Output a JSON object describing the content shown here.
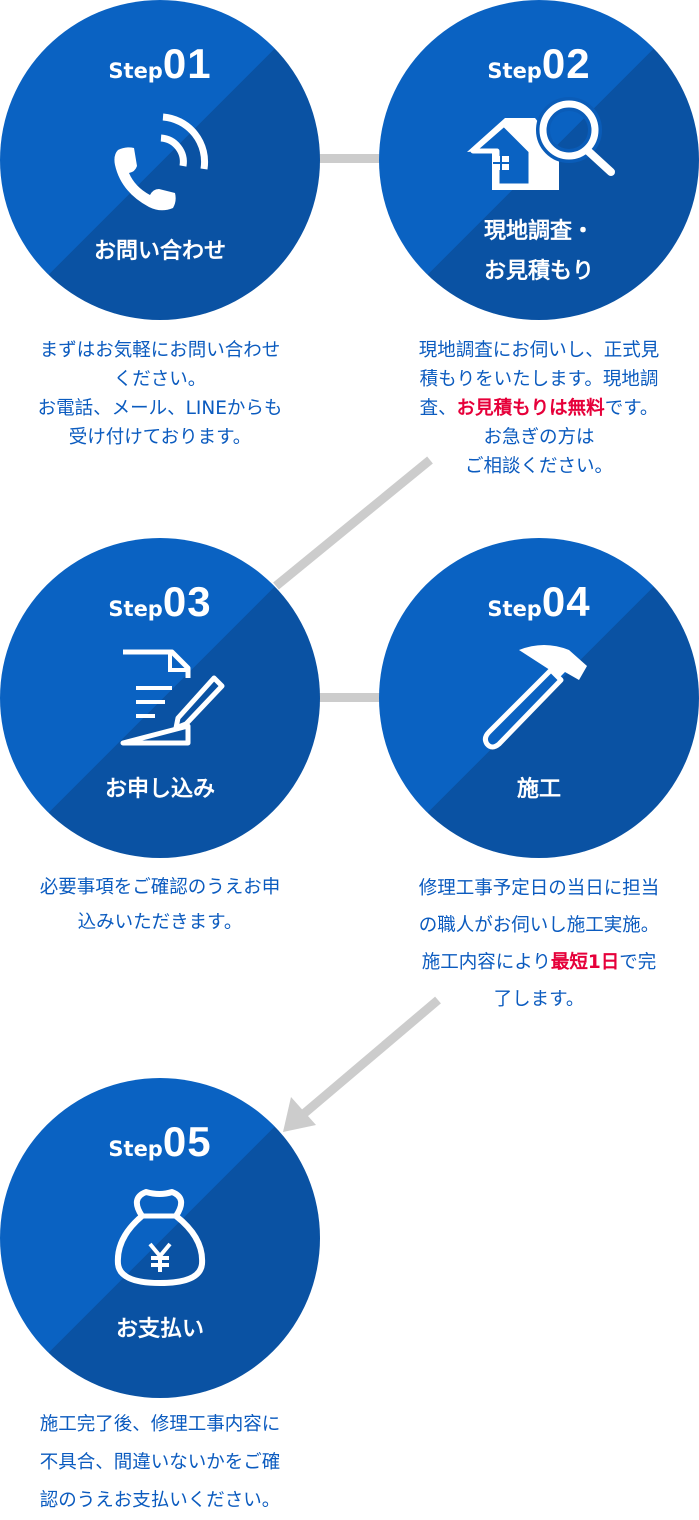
{
  "step_word": "Step",
  "colors": {
    "circle_light": "#0a62c2",
    "circle_dark": "#0a52a3",
    "text": "#0b5bbf",
    "highlight": "#e6003a",
    "connector": "#cccccc"
  },
  "steps": [
    {
      "number": "01",
      "icon": "phone-icon",
      "title": "お問い合わせ",
      "desc": [
        "まずはお気軽にお問い合わせ",
        "ください。",
        "お電話、メール、LINEからも",
        "受け付けております。"
      ]
    },
    {
      "number": "02",
      "icon": "house-search-icon",
      "title_lines": [
        "現地調査・",
        "お見積もり"
      ],
      "desc_parts": {
        "line1": "現地調査にお伺いし、正式見",
        "line2": "積もりをいたします。現地調",
        "line3_pre": "査、",
        "line3_highlight": "お見積もりは無料",
        "line3_post": "です。",
        "line4": "お急ぎの方は",
        "line5": "ご相談ください。"
      }
    },
    {
      "number": "03",
      "icon": "document-pen-icon",
      "title": "お申し込み",
      "desc": [
        "必要事項をご確認のうえお申",
        "込みいただきます。"
      ]
    },
    {
      "number": "04",
      "icon": "hammer-icon",
      "title": "施工",
      "desc_parts": {
        "line1": "修理工事予定日の当日に担当",
        "line2": "の職人がお伺いし施工実施。",
        "line3_pre": "施工内容により",
        "line3_highlight": "最短1日",
        "line3_post": "で完",
        "line4": "了します。"
      }
    },
    {
      "number": "05",
      "icon": "money-bag-yen-icon",
      "title": "お支払い",
      "desc": [
        "施工完了後、修理工事内容に",
        "不具合、間違いないかをご確",
        "認のうえお支払いください。"
      ]
    }
  ]
}
